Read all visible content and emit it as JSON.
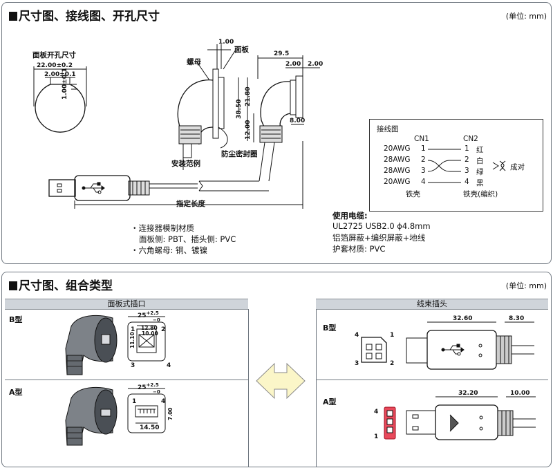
{
  "section1": {
    "title": "尺寸图、接线图、开孔尺寸",
    "unit": "(单位: mm)",
    "cutout": {
      "title": "面板开孔尺寸",
      "dia": "22.00±0.2",
      "width": "2.00±0.1",
      "height": "1.00±0.1"
    },
    "callouts": {
      "thickness": "1.00",
      "panel": "面板",
      "nut": "螺母",
      "mount_range": "安装范例",
      "dust_seal": "防尘密封圈",
      "length": "指定长度"
    },
    "dims": {
      "d29_5": "29.5",
      "d2a": "2.00",
      "d2b": "2.00",
      "d21_80": "21.80",
      "d38_50": "38.50",
      "d12": "12.00",
      "d8": "8.00"
    },
    "wiring": {
      "title": "接线图",
      "cn1": "CN1",
      "cn2": "CN2",
      "rows": [
        {
          "awg": "20AWG",
          "n1": "1",
          "n2": "1",
          "color": "红"
        },
        {
          "awg": "28AWG",
          "n1": "2",
          "n2": "2",
          "color": "白"
        },
        {
          "awg": "28AWG",
          "n1": "3",
          "n2": "3",
          "color": "绿"
        },
        {
          "awg": "20AWG",
          "n1": "4",
          "n2": "4",
          "color": "黑"
        }
      ],
      "shell1": "铁壳",
      "shell2": "铁壳(编织)",
      "pair": "成对"
    },
    "materials": {
      "l1": "・连接器模制材质",
      "l2": "面板侧: PBT、插头侧: PVC",
      "l3": "・六角螺母: 铜、镀镍"
    },
    "cable": {
      "l1": "使用电缆:",
      "l2": "UL2725 USB2.0 ϕ4.8mm",
      "l3": "铝箔屏蔽+编织屏蔽+地线",
      "l4": "护套材质: PVC"
    }
  },
  "section2": {
    "title": "尺寸图、组合类型",
    "unit": "(单位: mm)",
    "left_header": "面板式插口",
    "right_header": "线束插头",
    "b_type": "B型",
    "a_type": "A型",
    "b_dims": {
      "w25": "25",
      "tol_up": "+2.5",
      "tol_dn": "−0",
      "d12_80": "12.80",
      "d10_00": "10.00",
      "d11_10": "11.10",
      "p1": "1",
      "p2": "2",
      "p3": "3",
      "p4": "4"
    },
    "a_dims": {
      "w25": "25",
      "tol_up": "+2.5",
      "tol_dn": "−0",
      "d14_50": "14.50",
      "d7_00": "7.00",
      "p1": "1",
      "p4": "4"
    },
    "plug_b": {
      "d1": "32.60",
      "d2": "8.30",
      "p1": "1",
      "p2": "2",
      "p3": "3",
      "p4": "4"
    },
    "plug_a": {
      "d1": "32.20",
      "d2": "10.00",
      "p1": "1",
      "p4": "4"
    }
  }
}
